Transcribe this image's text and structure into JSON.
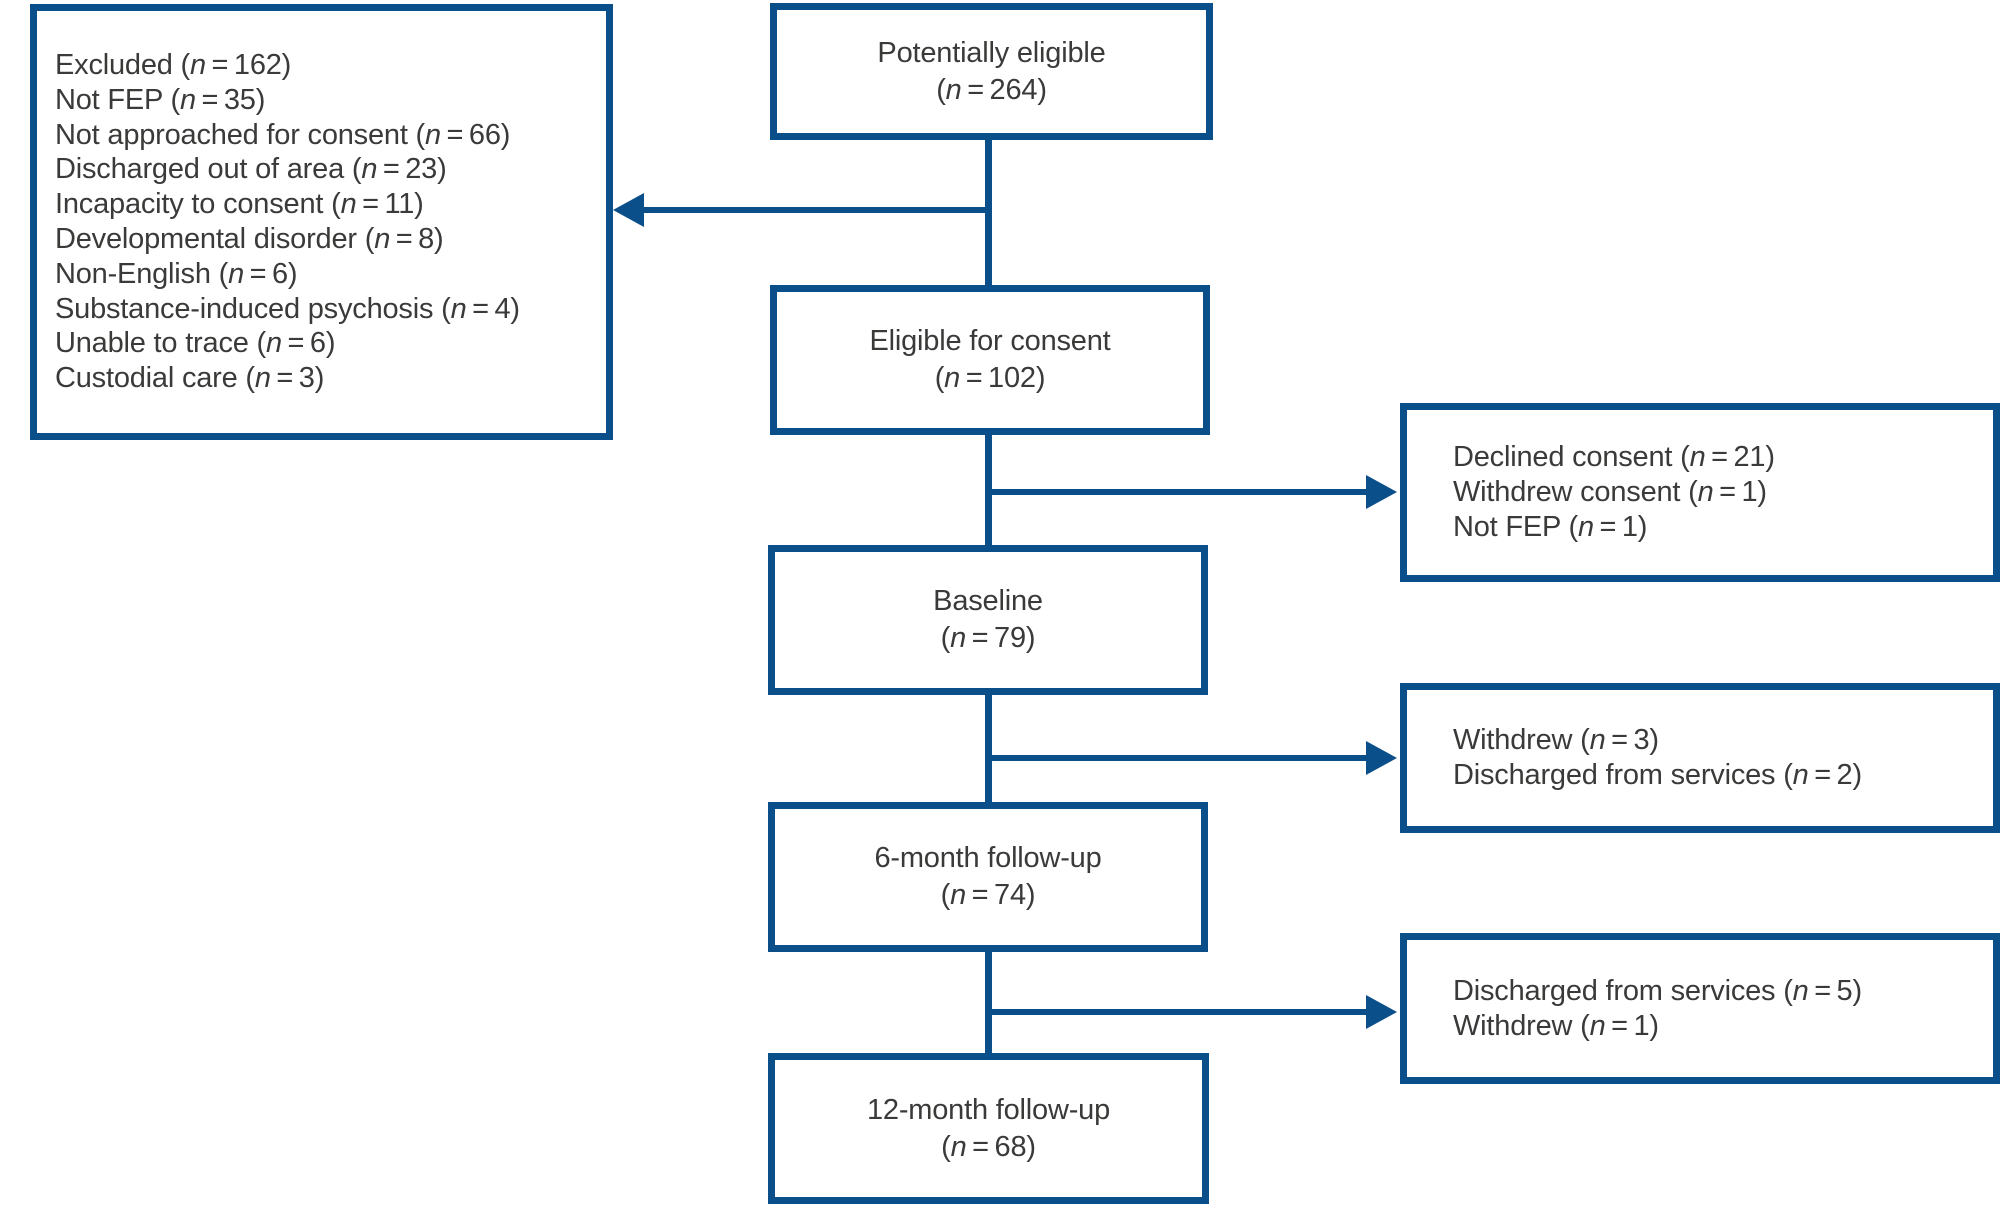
{
  "diagram": {
    "type": "participant-flowchart",
    "colors": {
      "line_blue": "#0b4f8a",
      "text_gray": "#3a3a39",
      "background": "#ffffff"
    },
    "center_boxes": [
      {
        "label": "Potentially eligible",
        "n": "264"
      },
      {
        "label": "Eligible for consent",
        "n": "102"
      },
      {
        "label": "Baseline",
        "n": "79"
      },
      {
        "label": "6-month follow-up",
        "n": "74"
      },
      {
        "label": "12-month follow-up",
        "n": "68"
      }
    ],
    "excluded_box": {
      "lines": [
        {
          "label": "Excluded",
          "n": "162"
        },
        {
          "label": "Not FEP",
          "n": "35"
        },
        {
          "label": "Not approached for consent",
          "n": "66"
        },
        {
          "label": "Discharged out of area",
          "n": "23"
        },
        {
          "label": "Incapacity to consent",
          "n": "11"
        },
        {
          "label": "Developmental disorder",
          "n": "8"
        },
        {
          "label": "Non-English",
          "n": "6"
        },
        {
          "label": "Substance-induced psychosis",
          "n": "4"
        },
        {
          "label": "Unable to trace",
          "n": "6"
        },
        {
          "label": "Custodial care",
          "n": "3"
        }
      ]
    },
    "side_boxes": [
      {
        "lines": [
          {
            "label": "Declined consent",
            "n": "21"
          },
          {
            "label": "Withdrew consent",
            "n": "1"
          },
          {
            "label": "Not FEP",
            "n": "1"
          }
        ]
      },
      {
        "lines": [
          {
            "label": "Withdrew",
            "n": "3"
          },
          {
            "label": "Discharged from services",
            "n": "2"
          }
        ]
      },
      {
        "lines": [
          {
            "label": "Discharged from services",
            "n": "5"
          },
          {
            "label": "Withdrew",
            "n": "1"
          }
        ]
      }
    ]
  }
}
